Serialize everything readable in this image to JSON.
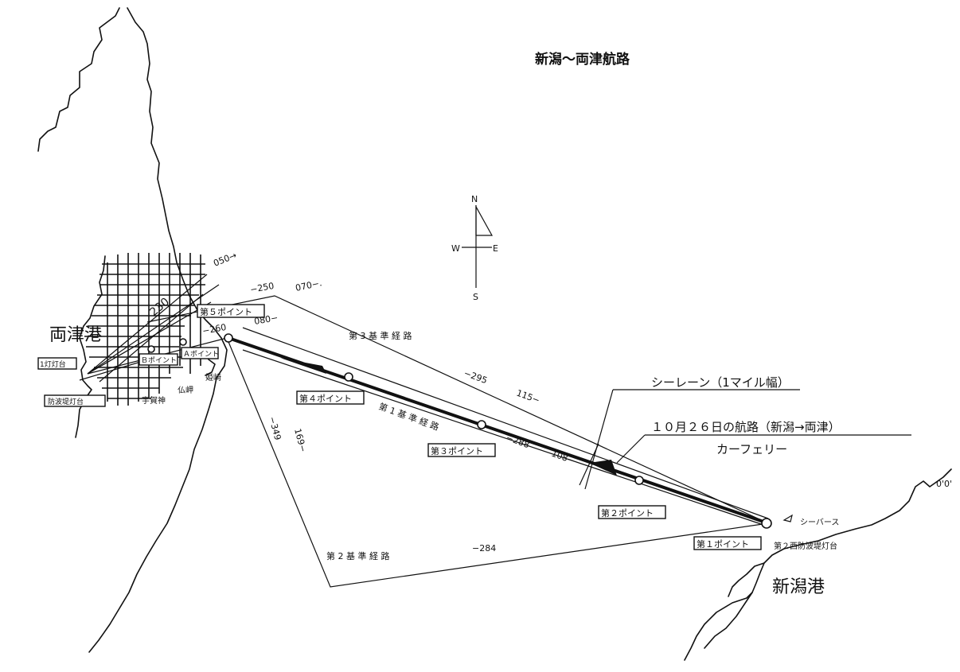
{
  "title": "新潟～両津航路",
  "ports": {
    "ryotsu": "両津港",
    "niigata": "新潟港"
  },
  "compass": {
    "n": "N",
    "s": "S",
    "e": "E",
    "w": "W"
  },
  "points": {
    "p1": "第１ポイント",
    "p2": "第２ポイント",
    "p3": "第３ポイント",
    "p4": "第４ポイント",
    "p5": "第５ポイント",
    "pA": "Ａポイント",
    "pB": "Ｂポイント"
  },
  "routes": {
    "r1": "第 1 基 準 経 路",
    "r2": "第 2 基 準 経 路",
    "r3": "第 3 基 準 経 路"
  },
  "lighthouses": {
    "ryotsu_light": "1灯灯台",
    "ryotsu_breakwater": "防波堤灯台",
    "niigata_breakwater": "第２西防波堤灯台"
  },
  "places": {
    "shiberth": "シーバース",
    "shukunegi": "宇賀神",
    "misaki": "仏岬",
    "jizo": "姫崎"
  },
  "legend": {
    "sealane": "シーレーン（1マイル幅）",
    "track": "１０月２６日の航路（新潟→両津）",
    "ferry": "カーフェリー"
  },
  "bearings": {
    "b050": "050→",
    "b230": "230",
    "b250": "−250",
    "b070": "070−.",
    "b080": "080−",
    "b260": "−260",
    "b295": "−295",
    "b115": "115−",
    "b288": "−288",
    "b108": "108−",
    "b349": "−349",
    "b169": "169−",
    "b284": "−284",
    "b000": "0'0'"
  }
}
